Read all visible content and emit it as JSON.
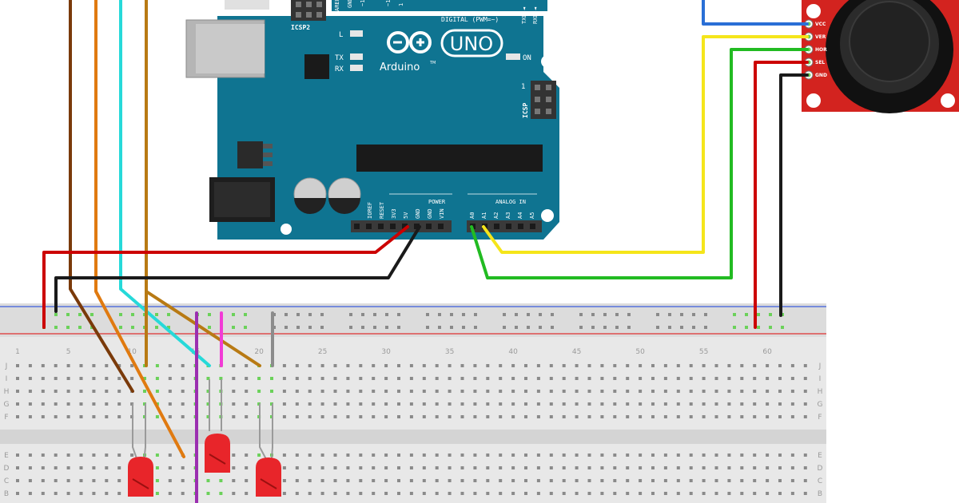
{
  "arduino": {
    "logo": "UNO",
    "brand": "Arduino",
    "trademark": "TM",
    "reset_label": "RESET",
    "icsp2_label": "ICSP2",
    "icsp_label": "ICSP",
    "icsp_pin1": "1",
    "digital_label": "DIGITAL (PWM=~)",
    "txd_label": "TXD ◄",
    "rxd_label": "RXD ◄",
    "aref_label": "AREF",
    "gnd_top_label": "GND",
    "l_label": "L",
    "tx_label": "TX",
    "rx_label": "RX",
    "on_label": "ON",
    "power_label": "POWER",
    "analog_label": "ANALOG IN",
    "power_pins": [
      "IOREF",
      "RESET",
      "3V3",
      "5V",
      "GND",
      "GND",
      "VIN"
    ],
    "analog_pins": [
      "A0",
      "A1",
      "A2",
      "A3",
      "A4",
      "A5"
    ],
    "digital_top_marks": [
      "~1",
      "~1",
      "1"
    ],
    "colors": {
      "board": "#0f7491",
      "board_dark": "#0a5a70",
      "header": "#3a3a3a"
    }
  },
  "joystick": {
    "pins": [
      "VCC",
      "VER",
      "HOR",
      "SEL",
      "GND"
    ],
    "colors": {
      "board": "#d3231f"
    }
  },
  "breadboard": {
    "column_numbers": [
      "1",
      "5",
      "10",
      "15",
      "20",
      "25",
      "30",
      "35",
      "40",
      "45",
      "50",
      "55",
      "60"
    ],
    "row_letters_top": [
      "J",
      "I",
      "H",
      "G",
      "F"
    ],
    "row_letters_bottom": [
      "E",
      "D",
      "C",
      "B"
    ],
    "colors": {
      "body": "#e6e6e6",
      "rail_blue": "#3b5bdb",
      "rail_red": "#e03131",
      "hole_green": "#6bd15a"
    }
  },
  "wires": [
    {
      "name": "dark-brown",
      "color": "#7a3a0a"
    },
    {
      "name": "orange",
      "color": "#e07a10"
    },
    {
      "name": "cyan",
      "color": "#26d9d9"
    },
    {
      "name": "brown",
      "color": "#b87a14"
    },
    {
      "name": "red-5v",
      "color": "#cc0000"
    },
    {
      "name": "black-gnd",
      "color": "#1a1a1a"
    },
    {
      "name": "yellow-a1",
      "color": "#f5e51a"
    },
    {
      "name": "green-a0",
      "color": "#22bb22"
    },
    {
      "name": "blue-vcc",
      "color": "#2a6fd6"
    },
    {
      "name": "purple",
      "color": "#9b2fb0"
    },
    {
      "name": "magenta",
      "color": "#f23bd6"
    },
    {
      "name": "grey",
      "color": "#8c8c8c"
    }
  ],
  "leds": [
    {
      "name": "led-1",
      "color": "#e8252a"
    },
    {
      "name": "led-2",
      "color": "#e8252a"
    },
    {
      "name": "led-3",
      "color": "#e8252a"
    }
  ]
}
